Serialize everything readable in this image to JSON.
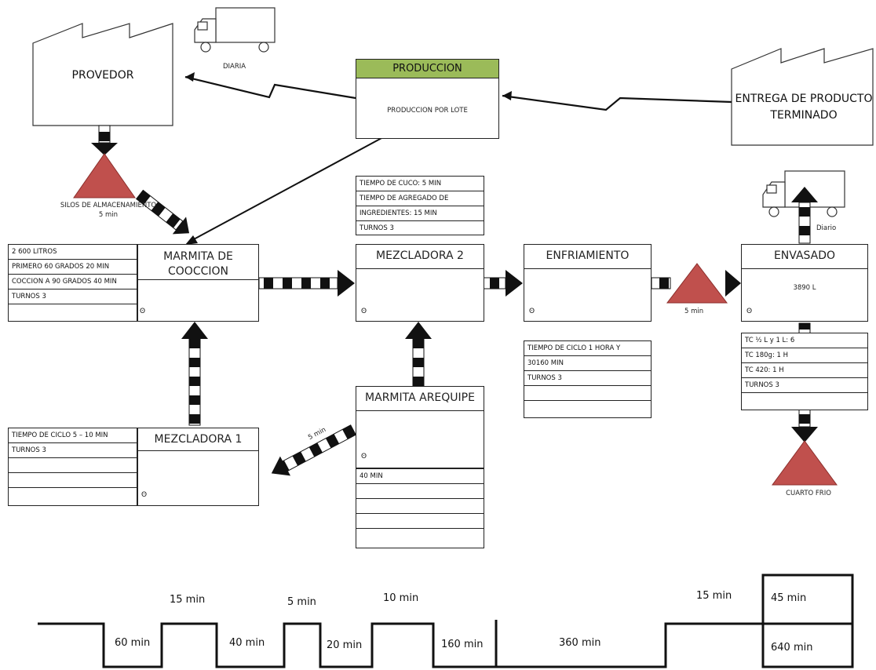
{
  "supplier": {
    "label": "PROVEDOR",
    "delivery": "DIARIA"
  },
  "production": {
    "header": "PRODUCCION",
    "body": "PRODUCCION POR LOTE"
  },
  "customer": {
    "label": "ENTREGA DE PRODUCTO TERMINADO",
    "delivery": "Diario"
  },
  "production_info": [
    "TIEMPO DE CUCO: 5 MIN",
    "TIEMPO DE AGREGADO DE",
    "INGREDIENTES: 15 MIN",
    "TURNOS 3",
    ""
  ],
  "silos": {
    "label": "SILOS DE ALMACENAMIENTO",
    "time": "5 min"
  },
  "processes": {
    "marmita_coccion": {
      "title": "MARMITA DE COOCCION",
      "data": [
        "2 600 LITROS",
        "PRIMERO 60 GRADOS 20 MIN",
        "COCCION A 90 GRADOS 40 MIN",
        "TURNOS 3",
        ""
      ]
    },
    "mezcladora2": {
      "title": "MEZCLADORA 2"
    },
    "enfriamiento": {
      "title": "ENFRIAMIENTO",
      "data": [
        "TIEMPO DE CICLO 1 HORA Y",
        "30160 MIN",
        "TURNOS 3",
        "",
        ""
      ]
    },
    "envasado": {
      "title": "ENVASADO",
      "capacity": "3890 L",
      "data": [
        "TC ½ L y 1 L: 6",
        "TC 180g: 1 H",
        "TC 420: 1 H",
        "TURNOS 3",
        ""
      ]
    },
    "mezcladora1": {
      "title": "MEZCLADORA 1",
      "data": [
        "TIEMPO DE CICLO 5 – 10 MIN",
        "TURNOS 3",
        "",
        "",
        ""
      ]
    },
    "marmita_arequipe": {
      "title": "MARMITA AREQUIPE",
      "data": [
        "40 MIN",
        "",
        "",
        "",
        ""
      ]
    }
  },
  "inventory": {
    "enfriamiento_envasado": "5 min",
    "arequipe_mezcladora1": "5 min"
  },
  "cold_room": {
    "label": "CUARTO FRIO"
  },
  "timeline": {
    "top": [
      "15 min",
      "5 min",
      "10 min",
      "15 min"
    ],
    "bottom": [
      "60 min",
      "40 min",
      "20 min",
      "160 min",
      "360 min"
    ],
    "total_top": "45 min",
    "total_bottom": "640 min"
  },
  "operator_icon": "operator-icon"
}
